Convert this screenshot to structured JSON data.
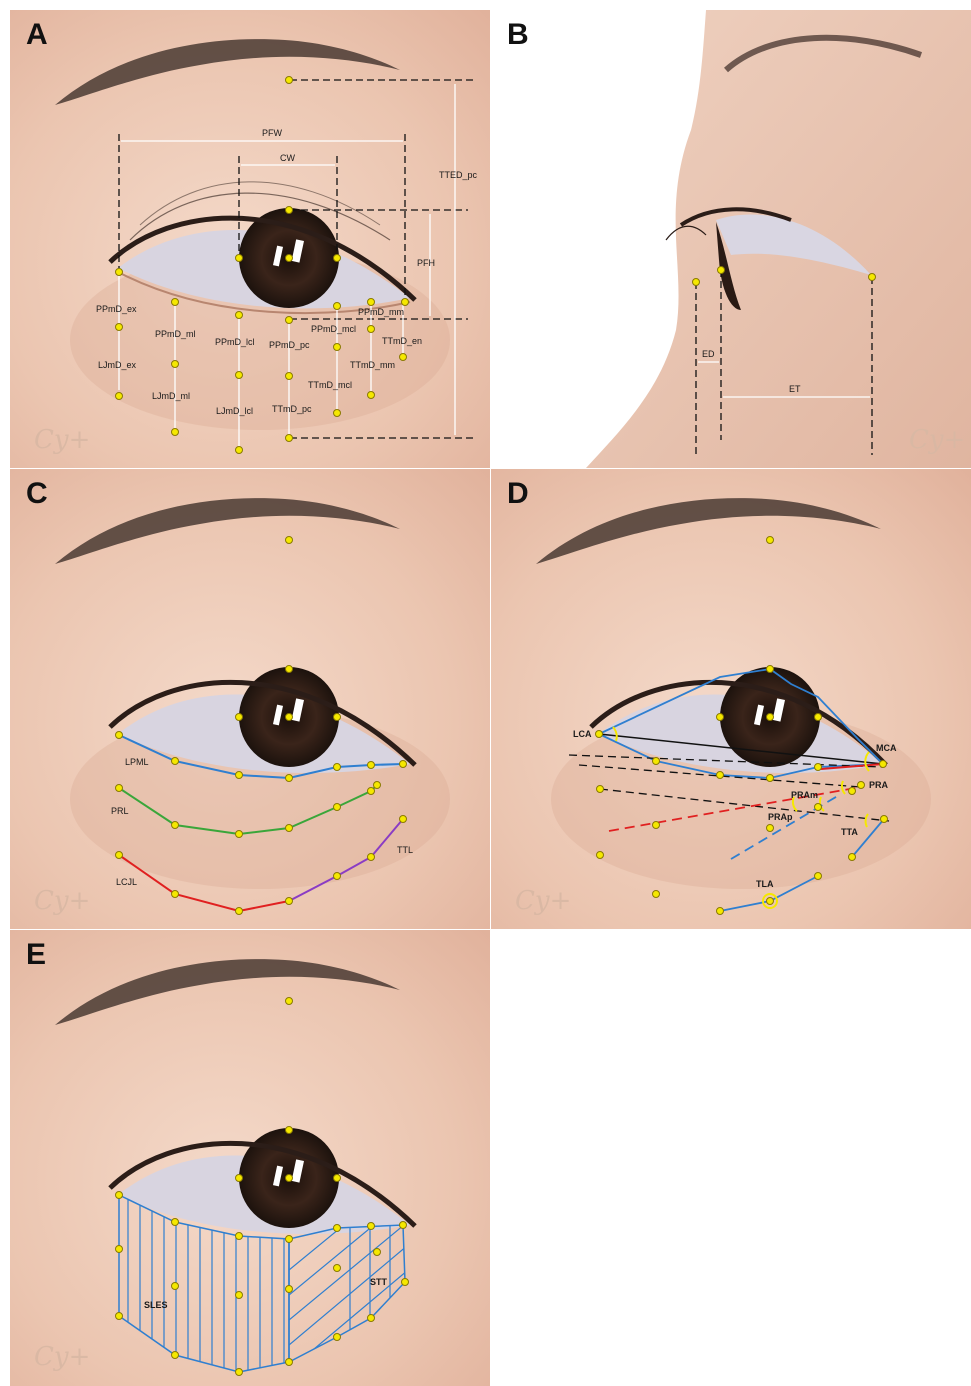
{
  "panels": {
    "A": {
      "letter": "A",
      "labels": {
        "pfw": "PFW",
        "cw": "CW",
        "tted_pc": "TTED_pc",
        "pfh": "PFH",
        "ppmd_ex": "PPmD_ex",
        "ppmd_ml": "PPmD_ml",
        "ppmd_lcl": "PPmD_lcl",
        "ppmd_pc": "PPmD_pc",
        "ppmd_mcl": "PPmD_mcl",
        "ppmd_mm": "PPmD_mm",
        "ttmd_en": "TTmD_en",
        "ttmd_mm": "TTmD_mm",
        "ttmd_mcl": "TTmD_mcl",
        "ttmd_pc": "TTmD_pc",
        "ljmd_ex": "LJmD_ex",
        "ljmd_ml": "LJmD_ml",
        "ljmd_lcl": "LJmD_lcl"
      },
      "signature": "Cy+"
    },
    "B": {
      "letter": "B",
      "labels": {
        "ed": "ED",
        "et": "ET"
      },
      "signature": "Cy+"
    },
    "C": {
      "letter": "C",
      "labels": {
        "lpml": "LPML",
        "prl": "PRL",
        "ttl": "TTL",
        "lcjl": "LCJL"
      },
      "signature": "Cy+"
    },
    "D": {
      "letter": "D",
      "labels": {
        "lca": "LCA",
        "mca": "MCA",
        "pra": "PRA",
        "pram": "PRAm",
        "prap": "PRAp",
        "tta": "TTA",
        "tla": "TLA"
      },
      "signature": "Cy+"
    },
    "E": {
      "letter": "E",
      "labels": {
        "sles": "SLES",
        "stt": "STT"
      },
      "signature": "Cy+"
    }
  },
  "colors": {
    "landmark_fill": "#f5e800",
    "landmark_stroke": "#8a7a00",
    "skin_light": "#f2d3c3",
    "skin_mid": "#e6bba3",
    "line_blue": "#2f7fd0",
    "line_green": "#3aa63a",
    "line_red": "#e02020",
    "line_purple": "#8a3cc4",
    "line_black": "#111111"
  }
}
